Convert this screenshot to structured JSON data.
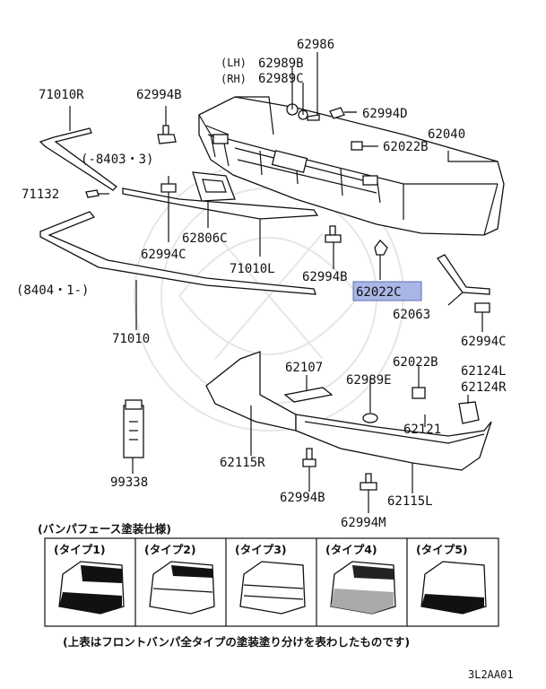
{
  "parts": {
    "p62986": "62986",
    "lh_tag": "(LH)",
    "p62989B": "62989B",
    "rh_tag": "(RH)",
    "p62989C": "62989C",
    "p62994D": "62994D",
    "p62040": "62040",
    "p62022B_top": "62022B",
    "p71010R": "71010R",
    "p62994B_top": "62994B",
    "range1": "(-8403・3)",
    "p71132": "71132",
    "p62806C": "62806C",
    "p62994C_left": "62994C",
    "p71010L": "71010L",
    "p62994B_mid": "62994B",
    "p62022C": "62022C",
    "range2": "(8404・1-)",
    "p62063": "62063",
    "p71010": "71010",
    "p62994C_right": "62994C",
    "p62107": "62107",
    "p62989E": "62989E",
    "p62022B_bot": "62022B",
    "p62124L": "62124L",
    "p62124R": "62124R",
    "p62121": "62121",
    "p62115R": "62115R",
    "p99338": "99338",
    "p62994B_bot": "62994B",
    "p62115L": "62115L",
    "p62994M": "62994M"
  },
  "highlight_color": "#a9b6e6",
  "paint_table": {
    "title": "(バンパフェース塗装仕様)",
    "types": [
      "(タイプ1)",
      "(タイプ2)",
      "(タイプ3)",
      "(タイプ4)",
      "(タイプ5)"
    ],
    "footnote": "(上表はフロントバンパ全タイプの塗装塗り分けを表わしたものです)"
  },
  "diagram_code": "3L2AA01"
}
